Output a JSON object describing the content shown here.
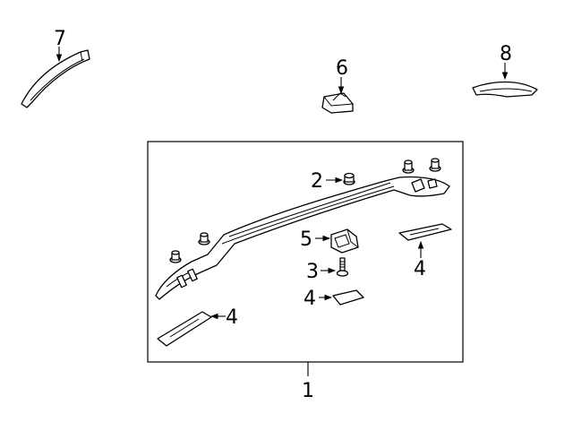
{
  "diagram": {
    "callouts": {
      "assembly": "1",
      "nut": "2",
      "bolt": "3",
      "pad_left": "4",
      "pad_right": "4",
      "pad_small": "4",
      "bracket": "5",
      "clip": "6",
      "front_cover": "7",
      "rear_cover": "8"
    }
  }
}
